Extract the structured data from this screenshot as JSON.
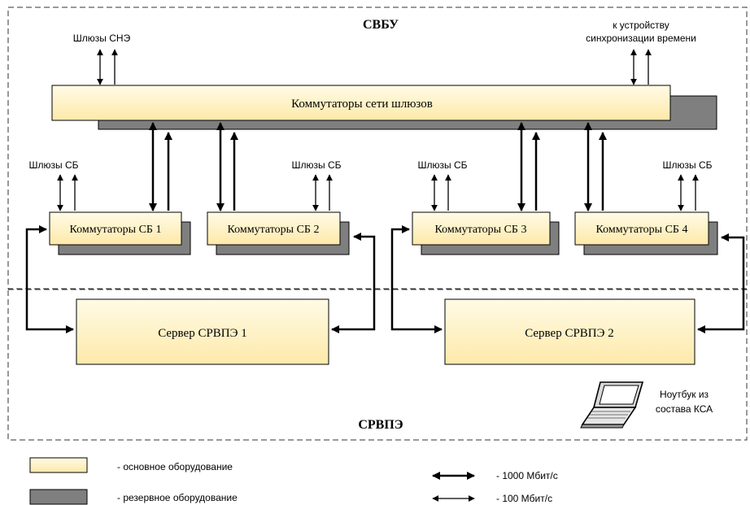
{
  "zones": {
    "top_title": "СВБУ",
    "bottom_title": "СРВПЭ"
  },
  "labels": {
    "gateways_sne": "Шлюзы СНЭ",
    "time_sync_line1": "к устройству",
    "time_sync_line2": "синхронизации времени",
    "gateways_sb_1": "Шлюзы СБ",
    "gateways_sb_2": "Шлюзы СБ",
    "gateways_sb_3": "Шлюзы СБ",
    "gateways_sb_4": "Шлюзы СБ",
    "laptop_line1": "Ноутбук из",
    "laptop_line2": "состава КСА"
  },
  "boxes": {
    "gateway_switches": "Коммутаторы сети шлюзов",
    "sb_switch_1": "Коммутаторы СБ 1",
    "sb_switch_2": "Коммутаторы СБ 2",
    "sb_switch_3": "Коммутаторы СБ 3",
    "sb_switch_4": "Коммутаторы СБ 4",
    "server_1": "Сервер СРВПЭ 1",
    "server_2": "Сервер СРВПЭ 2"
  },
  "legend": {
    "main_equipment": "- основное оборудование",
    "reserve_equipment": "- резервное оборудование",
    "speed_1000": "-  1000 Мбит/с",
    "speed_100": "-   100 Мбит/с"
  },
  "colors": {
    "main_fill_top": "#fffbe6",
    "main_fill_bottom": "#fde9a9",
    "reserve_fill": "#7f7f7f",
    "stroke": "#000000",
    "zone_border": "#333333"
  },
  "icons": {
    "laptop": "laptop-icon"
  }
}
